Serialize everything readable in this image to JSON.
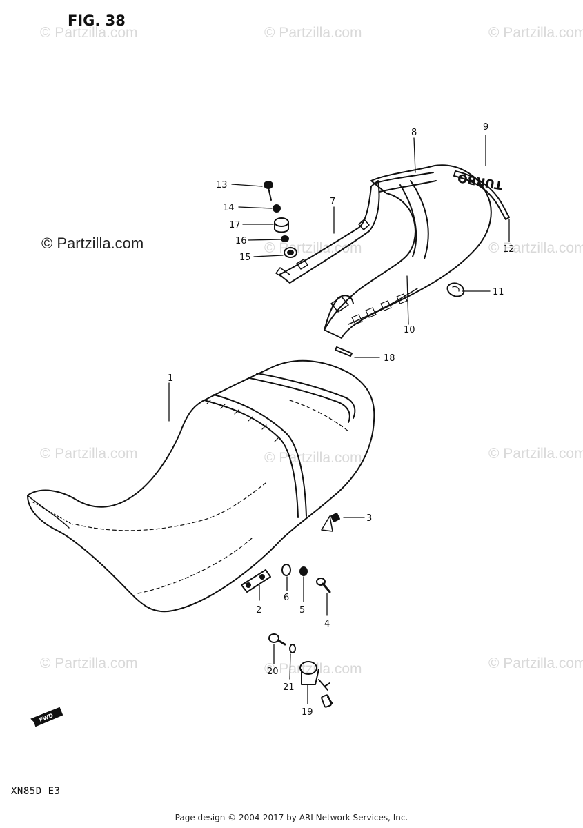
{
  "figure": {
    "title": "FIG. 38",
    "model_code": "XN85D  E3"
  },
  "footer": {
    "credit": "Page design © 2004-2017 by ARI Network Services, Inc."
  },
  "watermark": {
    "text": "© Partzilla.com",
    "prominent_text": "© Partzilla.com"
  },
  "parts": {
    "p1": "1",
    "p2": "2",
    "p3": "3",
    "p4": "4",
    "p5": "5",
    "p6": "6",
    "p7": "7",
    "p8": "8",
    "p9": "9",
    "p10": "10",
    "p11": "11",
    "p12": "12",
    "p13": "13",
    "p14": "14",
    "p15": "15",
    "p16": "16",
    "p17": "17",
    "p18": "18",
    "p19": "19",
    "p20": "20",
    "p21": "21"
  },
  "decal": {
    "text": "TURBO"
  },
  "fwd_arrow": {
    "label": "FWD"
  }
}
